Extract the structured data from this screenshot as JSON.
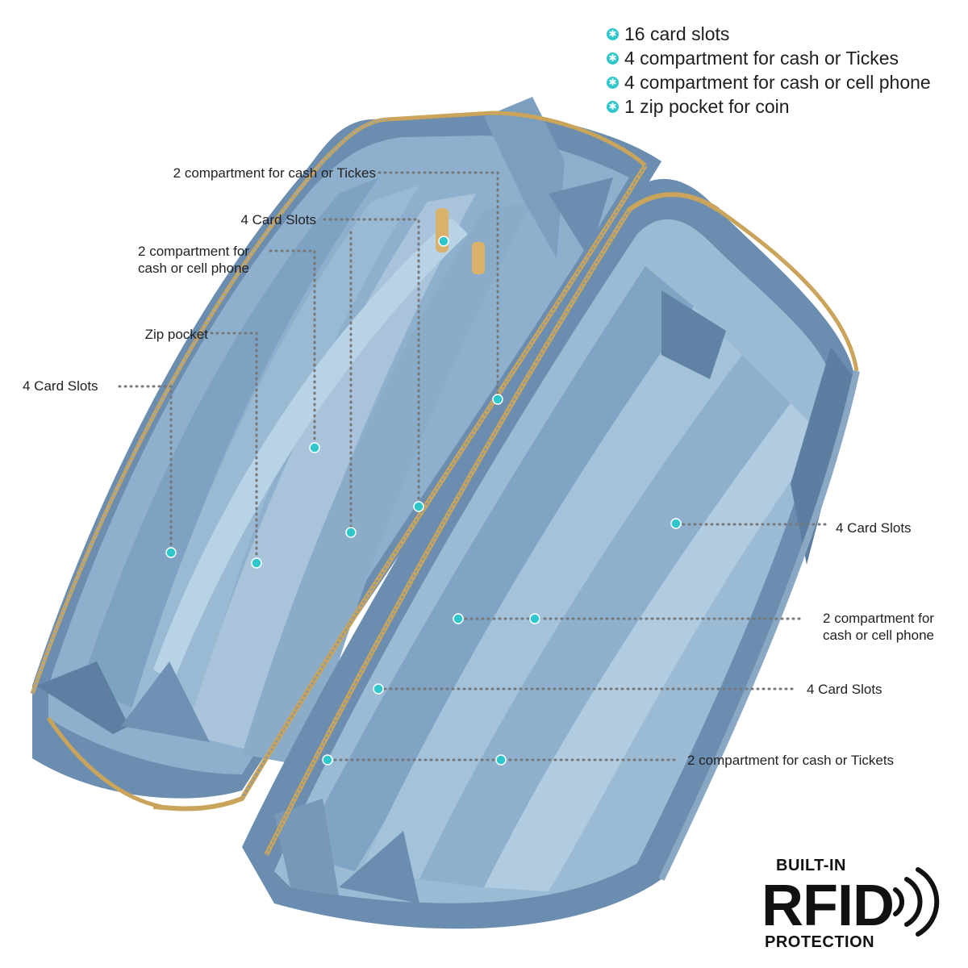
{
  "features": [
    {
      "text": "16 card slots"
    },
    {
      "text": "4 compartment for cash or Tickes"
    },
    {
      "text": "4 compartment for cash or cell phone"
    },
    {
      "text": "1 zip pocket for coin"
    }
  ],
  "callouts": {
    "left_tickets": "2 compartment for cash or Tickes",
    "left_card_slots_top": "4 Card Slots",
    "left_phone_line1": "2 compartment for",
    "left_phone_line2": "cash or cell phone",
    "left_zip": "Zip pocket",
    "left_card_slots_bottom": "4 Card Slots",
    "right_card_slots_top": "4 Card Slots",
    "right_phone_line1": "2 compartment for",
    "right_phone_line2": "cash or cell phone",
    "right_card_slots_bottom": "4 Card Slots",
    "right_tickets": "2 compartment for cash or Tickets"
  },
  "rfid": {
    "top": "BUILT-IN",
    "main": "RFID",
    "bottom": "PROTECTION"
  },
  "colors": {
    "accent_marker": "#2ec7cc",
    "leather": "#6d8fb0",
    "leather_light": "#a9c4da",
    "zipper": "#c9a45a",
    "leader_dots": "#777777"
  }
}
